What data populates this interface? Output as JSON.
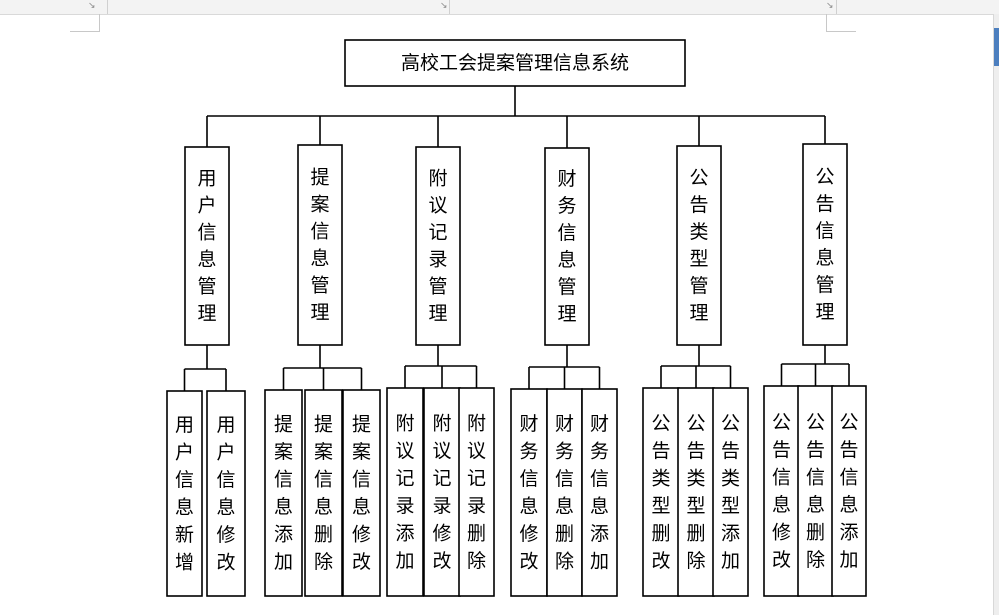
{
  "diagram": {
    "root": "高校工会提案管理信息系统",
    "modules": [
      {
        "label": "用户信息管理",
        "children": [
          "用户信息新增",
          "用户信息修改"
        ]
      },
      {
        "label": "提案信息管理",
        "children": [
          "提案信息添加",
          "提案信息删除",
          "提案信息修改"
        ]
      },
      {
        "label": "附议记录管理",
        "children": [
          "附议记录添加",
          "附议记录修改",
          "附议记录删除"
        ]
      },
      {
        "label": "财务信息管理",
        "children": [
          "财务信息修改",
          "财务信息删除",
          "财务信息添加"
        ]
      },
      {
        "label": "公告类型管理",
        "children": [
          "公告类型删改",
          "公告类型删除",
          "公告类型添加"
        ]
      },
      {
        "label": "公告信息管理",
        "children": [
          "公告信息修改",
          "公告信息删除",
          "公告信息添加"
        ]
      }
    ]
  }
}
